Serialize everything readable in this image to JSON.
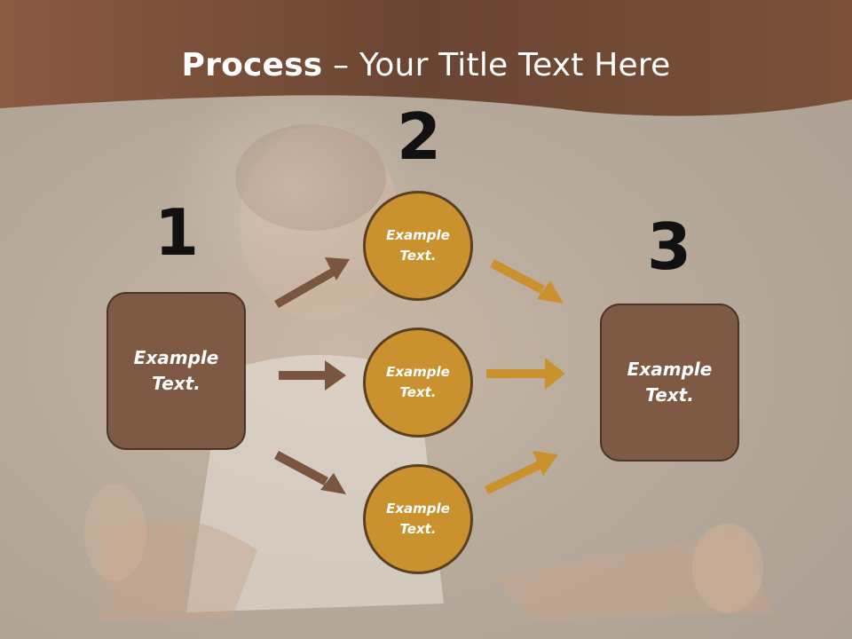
{
  "title": {
    "bold": "Process",
    "rest": " – Your Title Text Here"
  },
  "steps": [
    {
      "number": "1",
      "box": {
        "line1": "Example",
        "line2": "Text."
      }
    },
    {
      "number": "2",
      "circles": [
        {
          "line1": "Example",
          "line2": "Text."
        },
        {
          "line1": "Example",
          "line2": "Text."
        },
        {
          "line1": "Example",
          "line2": "Text."
        }
      ]
    },
    {
      "number": "3",
      "box": {
        "line1": "Example",
        "line2": "Text."
      }
    }
  ],
  "colors": {
    "header": "#7a5038",
    "box": "#7e5943",
    "circle": "#c9922f",
    "arrow_left": "#7a5540",
    "arrow_right": "#c9922f"
  }
}
